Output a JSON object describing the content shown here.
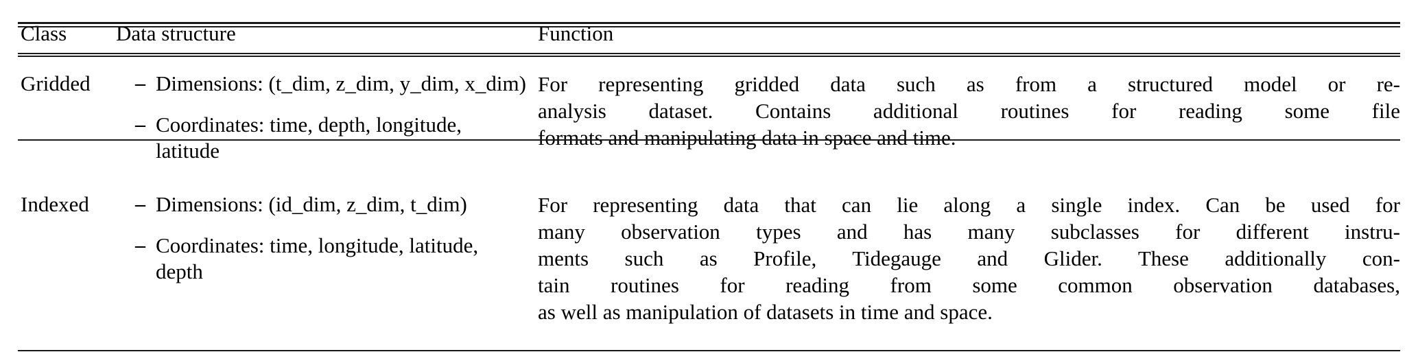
{
  "table": {
    "columns": [
      {
        "key": "class",
        "header": "Class"
      },
      {
        "key": "structure",
        "header": "Data structure"
      },
      {
        "key": "function",
        "header": "Function"
      }
    ],
    "rows": [
      {
        "class": "Gridded",
        "structure_bullets": [
          {
            "marker": "–",
            "text": "Dimensions: (t_dim, z_dim, y_dim, x_dim)"
          },
          {
            "marker": "–",
            "text": "Coordinates: time, depth, longitude, latitude"
          }
        ],
        "function_text": "For representing gridded data such as from a structured model or re-analysis dataset. Contains additional routines for reading some file formats and manipulating data in space and time.",
        "function_lines": [
          "For representing gridded data such as from a structured model or re-",
          "analysis dataset. Contains additional routines for reading some file",
          "formats and manipulating data in space and time."
        ]
      },
      {
        "class": "Indexed",
        "structure_bullets": [
          {
            "marker": "–",
            "text": "Dimensions: (id_dim, z_dim, t_dim)"
          },
          {
            "marker": "–",
            "text": "Coordinates: time, longitude, latitude, depth"
          }
        ],
        "function_text": "For representing data that can lie along a single index. Can be used for many observation types and has many subclasses for different instruments such as Profile, Tidegauge and Glider. These additionally contain routines for reading from some common observation databases, as well as manipulation of datasets in time and space.",
        "function_lines": [
          "For representing data that can lie along a single index. Can be used for",
          "many observation types and has many subclasses for different instru-",
          "ments such as Profile, Tidegauge and Glider. These additionally con-",
          "tain routines for reading from some common observation databases,",
          "as well as manipulation of datasets in time and space."
        ]
      }
    ]
  },
  "style": {
    "rule_color": "#1a1a1a",
    "text_color": "#000000",
    "background": "#ffffff"
  }
}
